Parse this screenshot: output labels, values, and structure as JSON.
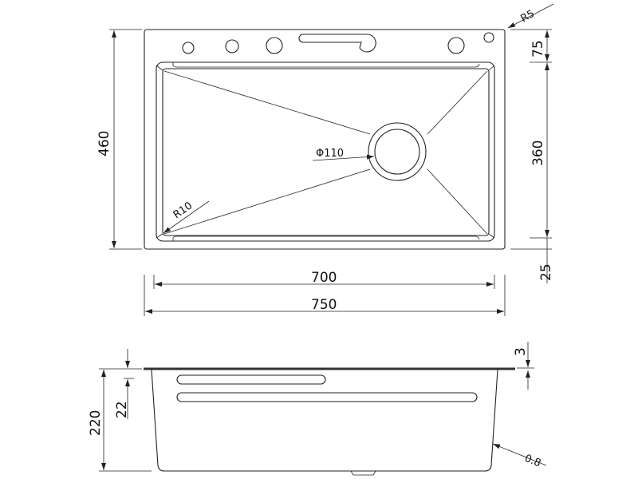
{
  "top_view": {
    "dim_overall_depth": "460",
    "dim_ledge_top": "75",
    "dim_basin_depth": "360",
    "dim_ledge_bottom": "25",
    "dim_basin_width": "700",
    "dim_overall_width": "750",
    "corner_radius": "R5",
    "drain_diameter": "Φ110",
    "basin_radius": "R10"
  },
  "side_view": {
    "dim_height": "220",
    "dim_slot_offset": "22",
    "dim_flange_thickness": "3",
    "dim_wall_thickness": "0.8"
  },
  "colors": {
    "line": "#222222",
    "background": "#ffffff"
  }
}
